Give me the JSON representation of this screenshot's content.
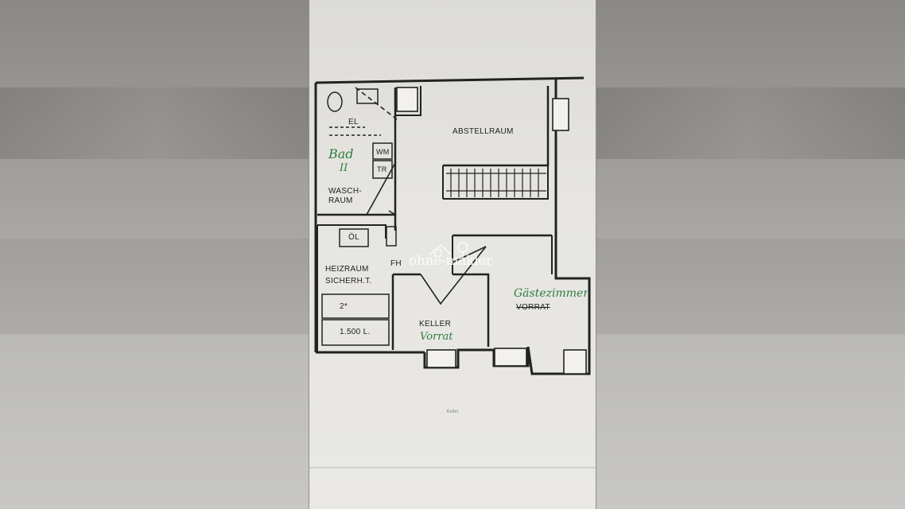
{
  "plan": {
    "rooms": {
      "abstellraum": "ABSTELLRAUM",
      "el": "EL",
      "wm": "WM",
      "tr": "TR",
      "waschraum_1": "WASCH-",
      "waschraum_2": "RAUM",
      "oel": "ÖL",
      "fh": "FH",
      "heizraum": "HEIZRAUM",
      "sicherheit": "SICHERH.T.",
      "tank_count": "2*",
      "tank_volume": "1.500 L.",
      "keller": "KELLER",
      "vorrat_printed": "VORRAT"
    },
    "handwritten": {
      "bad": "Bad",
      "bad_number": "II",
      "keller_note": "Vorrat",
      "gaestezimmer": "Gästezimmer"
    },
    "caption": "Keller"
  },
  "watermark": {
    "text": "ohne-makler"
  },
  "colors": {
    "ink": "#1e1e1e",
    "handwriting": "#2e7d3f",
    "paper": "#e6e5e1",
    "background": "#8f8d89"
  }
}
